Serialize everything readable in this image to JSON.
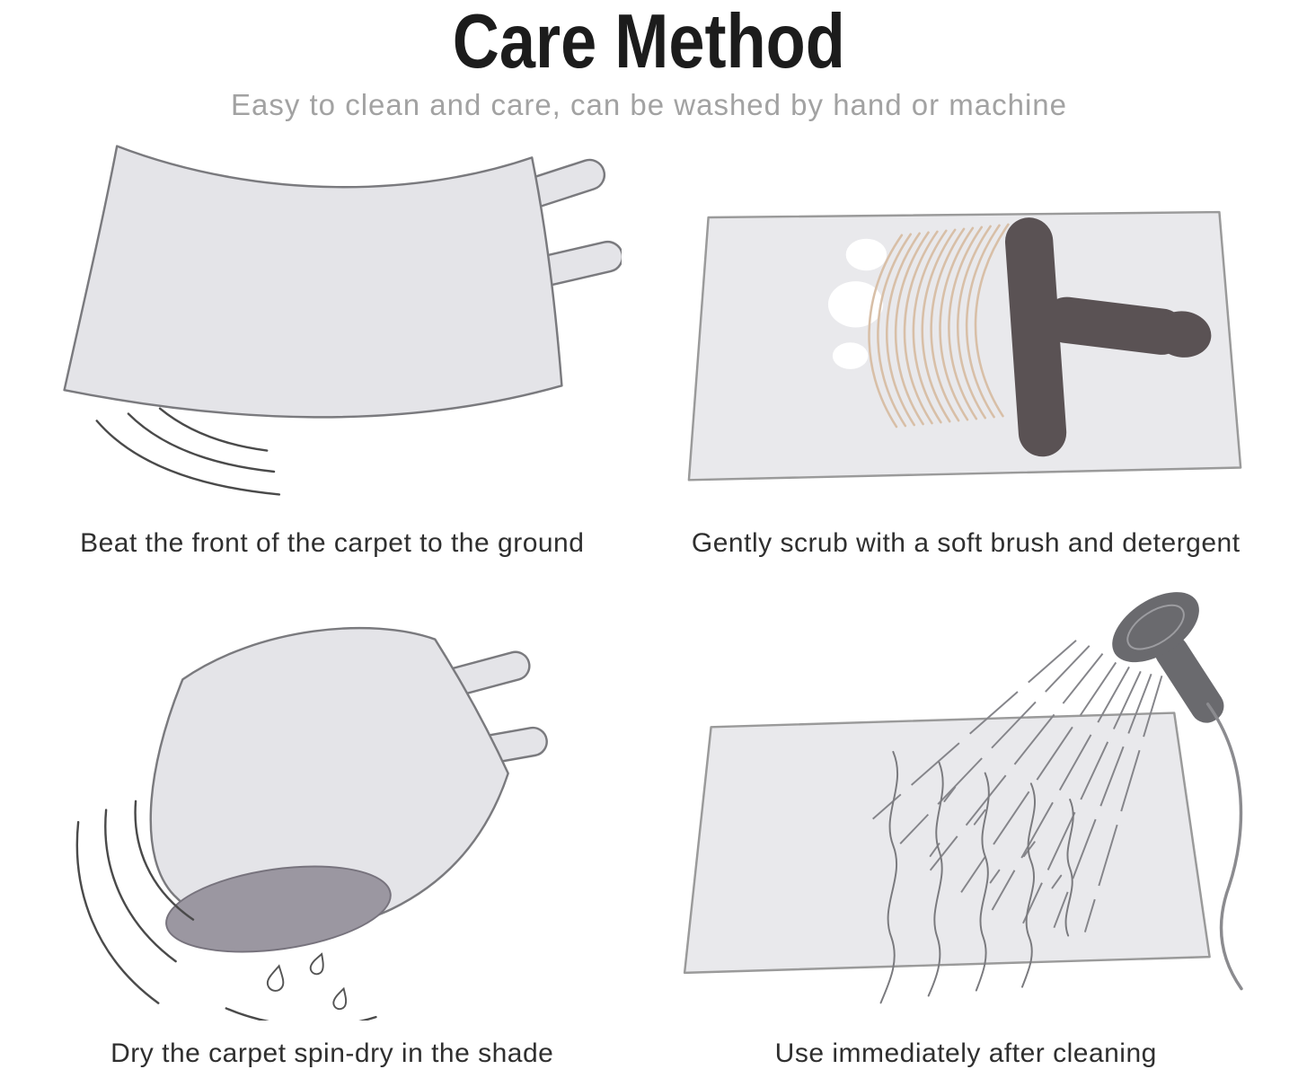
{
  "header": {
    "title": "Care Method",
    "subtitle": "Easy to clean and care, can be washed by hand or machine"
  },
  "steps": [
    {
      "icon": "carpet-beating-illustration",
      "caption": "Beat the front of the carpet to the ground"
    },
    {
      "icon": "brush-scrub-illustration",
      "caption": "Gently scrub with a soft brush and detergent"
    },
    {
      "icon": "carpet-spin-dry-illustration",
      "caption": "Dry the carpet spin-dry in the shade"
    },
    {
      "icon": "shower-rinse-illustration",
      "caption": "Use immediately after cleaning"
    }
  ],
  "colors": {
    "title_text": "#1c1c1c",
    "subtitle_text": "#a2a2a2",
    "caption_text": "#2f2f2f",
    "carpet_fill": "#e4e4e8",
    "carpet_stroke": "#7a7a7e",
    "roll_end_fill": "#9b97a1",
    "brush_fill": "#5a5254",
    "bristle_stroke": "#d8bfa7",
    "mat_fill": "#e9e9ec",
    "shower_fill": "#6a6a6e",
    "motion_line": "#4a4a4a",
    "spray_line": "#85858a"
  }
}
